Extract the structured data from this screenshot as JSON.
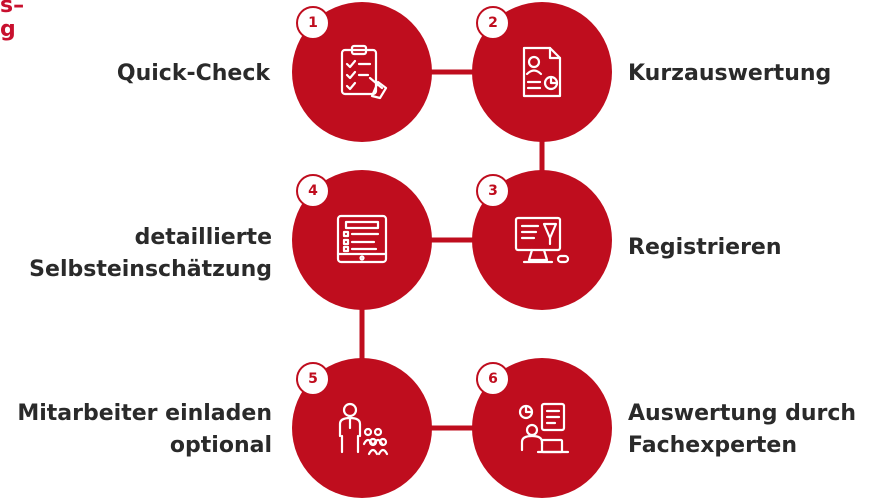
{
  "corner": {
    "line1": "s–",
    "line2": "g"
  },
  "steps": [
    {
      "number": "1",
      "label": "Quick-Check",
      "icon": "clipboard-checklist-icon"
    },
    {
      "number": "2",
      "label": "Kurzauswertung",
      "icon": "report-document-icon"
    },
    {
      "number": "3",
      "label": "Registrieren",
      "icon": "computer-registration-icon"
    },
    {
      "number": "4",
      "label_line1": "detaillierte",
      "label_line2": "Selbsteinschätzung",
      "icon": "tablet-form-icon"
    },
    {
      "number": "5",
      "label_line1": "Mitarbeiter einladen",
      "label_line2": "optional",
      "icon": "team-invite-icon"
    },
    {
      "number": "6",
      "label_line1": "Auswertung durch",
      "label_line2": "Fachexperten",
      "icon": "expert-analysis-icon"
    }
  ],
  "colors": {
    "accent": "#bf0d1e",
    "text": "#2a2a2a",
    "background": "#ffffff"
  }
}
